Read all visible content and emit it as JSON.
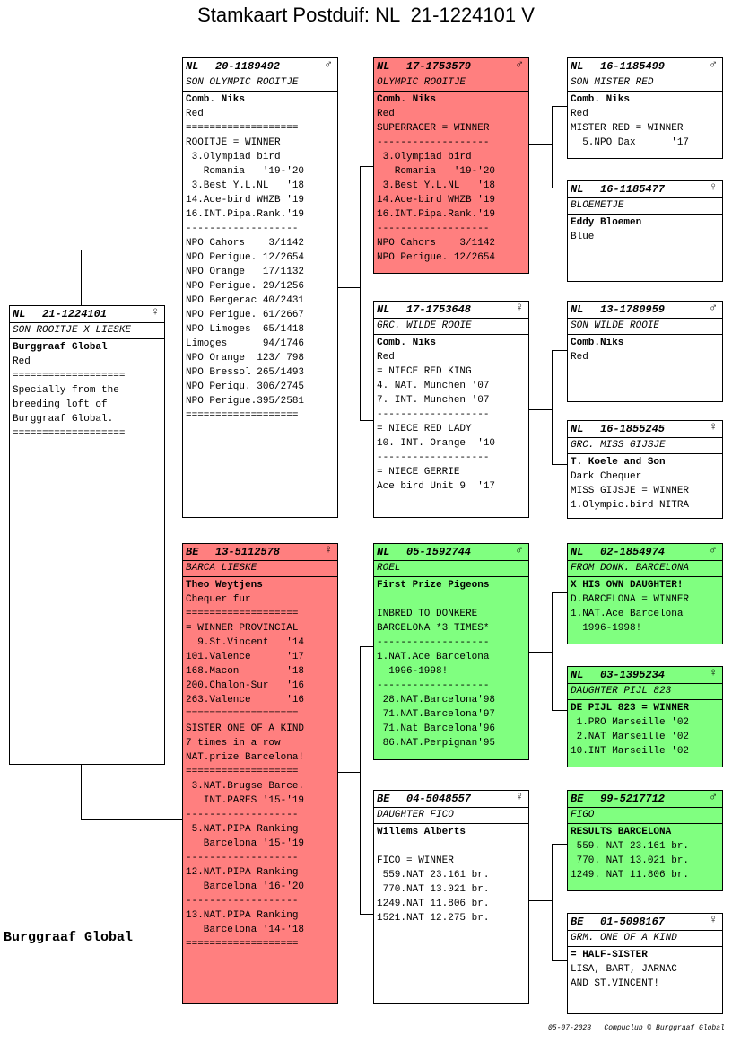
{
  "title": "Stamkaart Postduif: NL  21-1224101 V",
  "brand": "Burggraaf Global",
  "footer": "05-07-2023   Compuclub © Burggraaf Global",
  "cards": [
    {
      "key": "subject",
      "color": "white",
      "country": "NL",
      "ring": "21-1224101",
      "sex": "♀",
      "name": "SON ROOITJE X LIESKE",
      "lines": [
        {
          "t": "Burggraaf Global",
          "b": true
        },
        {
          "t": "Red"
        },
        {
          "t": "==================="
        },
        {
          "t": "Specially from the"
        },
        {
          "t": "breeding loft of"
        },
        {
          "t": "Burggraaf Global."
        },
        {
          "t": "==================="
        }
      ]
    },
    {
      "key": "father",
      "color": "white",
      "country": "NL",
      "ring": "20-1189492",
      "sex": "♂",
      "name": "SON OLYMPIC ROOITJE",
      "lines": [
        {
          "t": "Comb. Niks",
          "b": true
        },
        {
          "t": "Red"
        },
        {
          "t": "==================="
        },
        {
          "t": "ROOITJE = WINNER"
        },
        {
          "t": " 3.Olympiad bird"
        },
        {
          "t": "   Romania   '19-'20"
        },
        {
          "t": " 3.Best Y.L.NL   '18"
        },
        {
          "t": "14.Ace-bird WHZB '19"
        },
        {
          "t": "16.INT.Pipa.Rank.'19"
        },
        {
          "t": "-------------------"
        },
        {
          "t": "NPO Cahors    3/1142"
        },
        {
          "t": "NPO Perigue. 12/2654"
        },
        {
          "t": "NPO Orange   17/1132"
        },
        {
          "t": "NPO Perigue. 29/1256"
        },
        {
          "t": "NPO Bergerac 40/2431"
        },
        {
          "t": "NPO Perigue. 61/2667"
        },
        {
          "t": "NPO Limoges  65/1418"
        },
        {
          "t": "Limoges      94/1746"
        },
        {
          "t": "NPO Orange  123/ 798"
        },
        {
          "t": "NPO Bressol 265/1493"
        },
        {
          "t": "NPO Periqu. 306/2745"
        },
        {
          "t": "NPO Perigue.395/2581"
        },
        {
          "t": "==================="
        }
      ]
    },
    {
      "key": "mother",
      "color": "red",
      "country": "BE",
      "ring": "13-5112578",
      "sex": "♀",
      "name": "BARCA LIESKE",
      "lines": [
        {
          "t": "Theo Weytjens",
          "b": true
        },
        {
          "t": "Chequer fur"
        },
        {
          "t": "==================="
        },
        {
          "t": "= WINNER PROVINCIAL"
        },
        {
          "t": "  9.St.Vincent   '14"
        },
        {
          "t": "101.Valence      '17"
        },
        {
          "t": "168.Macon        '18"
        },
        {
          "t": "200.Chalon-Sur   '16"
        },
        {
          "t": "263.Valence      '16"
        },
        {
          "t": "==================="
        },
        {
          "t": "SISTER ONE OF A KIND"
        },
        {
          "t": "7 times in a row"
        },
        {
          "t": "NAT.prize Barcelona!"
        },
        {
          "t": "==================="
        },
        {
          "t": " 3.NAT.Brugse Barce."
        },
        {
          "t": "   INT.PARES '15-'19"
        },
        {
          "t": "-------------------"
        },
        {
          "t": " 5.NAT.PIPA Ranking"
        },
        {
          "t": "   Barcelona '15-'19"
        },
        {
          "t": "-------------------"
        },
        {
          "t": "12.NAT.PIPA Ranking"
        },
        {
          "t": "   Barcelona '16-'20"
        },
        {
          "t": "-------------------"
        },
        {
          "t": "13.NAT.PIPA Ranking"
        },
        {
          "t": "   Barcelona '14-'18"
        },
        {
          "t": "==================="
        }
      ]
    },
    {
      "key": "ff",
      "color": "red",
      "country": "NL",
      "ring": "17-1753579",
      "sex": "♂",
      "name": "OLYMPIC ROOITJE",
      "lines": [
        {
          "t": "Comb. Niks",
          "b": true
        },
        {
          "t": "Red"
        },
        {
          "t": "SUPERRACER = WINNER"
        },
        {
          "t": "-------------------"
        },
        {
          "t": " 3.Olympiad bird"
        },
        {
          "t": "   Romania   '19-'20"
        },
        {
          "t": " 3.Best Y.L.NL   '18"
        },
        {
          "t": "14.Ace-bird WHZB '19"
        },
        {
          "t": "16.INT.Pipa.Rank.'19"
        },
        {
          "t": "-------------------"
        },
        {
          "t": "NPO Cahors    3/1142"
        },
        {
          "t": "NPO Perigue. 12/2654"
        }
      ]
    },
    {
      "key": "fm",
      "color": "white",
      "country": "NL",
      "ring": "17-1753648",
      "sex": "♀",
      "name": "GRC. WILDE ROOIE",
      "lines": [
        {
          "t": "Comb. Niks",
          "b": true
        },
        {
          "t": "Red"
        },
        {
          "t": "= NIECE RED KING"
        },
        {
          "t": "4. NAT. Munchen '07"
        },
        {
          "t": "7. INT. Munchen '07"
        },
        {
          "t": "-------------------"
        },
        {
          "t": "= NIECE RED LADY"
        },
        {
          "t": "10. INT. Orange  '10"
        },
        {
          "t": "-------------------"
        },
        {
          "t": "= NIECE GERRIE"
        },
        {
          "t": "Ace bird Unit 9  '17"
        }
      ]
    },
    {
      "key": "mf",
      "color": "green",
      "country": "NL",
      "ring": "05-1592744",
      "sex": "♂",
      "name": "ROEL",
      "lines": [
        {
          "t": "First Prize Pigeons",
          "b": true
        },
        {
          "t": ""
        },
        {
          "t": "INBRED TO DONKERE"
        },
        {
          "t": "BARCELONA *3 TIMES*"
        },
        {
          "t": "-------------------"
        },
        {
          "t": "1.NAT.Ace Barcelona"
        },
        {
          "t": "  1996-1998!"
        },
        {
          "t": "-------------------"
        },
        {
          "t": " 28.NAT.Barcelona'98"
        },
        {
          "t": " 71.NAT.Barcelona'97"
        },
        {
          "t": " 71.Nat Barcelona'96"
        },
        {
          "t": " 86.NAT.Perpignan'95"
        }
      ]
    },
    {
      "key": "mm",
      "color": "white",
      "country": "BE",
      "ring": "04-5048557",
      "sex": "♀",
      "name": "DAUGHTER FICO",
      "lines": [
        {
          "t": "Willems Alberts",
          "b": true
        },
        {
          "t": ""
        },
        {
          "t": "FICO = WINNER"
        },
        {
          "t": " 559.NAT 23.161 br."
        },
        {
          "t": " 770.NAT 13.021 br."
        },
        {
          "t": "1249.NAT 11.806 br."
        },
        {
          "t": "1521.NAT 12.275 br."
        }
      ]
    },
    {
      "key": "fff",
      "color": "white",
      "country": "NL",
      "ring": "16-1185499",
      "sex": "♂",
      "name": "SON MISTER RED",
      "lines": [
        {
          "t": "Comb. Niks",
          "b": true
        },
        {
          "t": "Red"
        },
        {
          "t": "MISTER RED = WINNER"
        },
        {
          "t": "  5.NPO Dax      '17"
        }
      ]
    },
    {
      "key": "ffm",
      "color": "white",
      "country": "NL",
      "ring": "16-1185477",
      "sex": "♀",
      "name": "BLOEMETJE",
      "lines": [
        {
          "t": "Eddy Bloemen",
          "b": true
        },
        {
          "t": "Blue"
        }
      ]
    },
    {
      "key": "fmf",
      "color": "white",
      "country": "NL",
      "ring": "13-1780959",
      "sex": "♂",
      "name": "SON WILDE ROOIE",
      "lines": [
        {
          "t": "Comb.Niks",
          "b": true
        },
        {
          "t": "Red"
        }
      ]
    },
    {
      "key": "fmm",
      "color": "white",
      "country": "NL",
      "ring": "16-1855245",
      "sex": "♀",
      "name": "GRC. MISS GIJSJE",
      "lines": [
        {
          "t": "T. Koele and Son",
          "b": true
        },
        {
          "t": "Dark Chequer"
        },
        {
          "t": "MISS GIJSJE = WINNER"
        },
        {
          "t": "1.Olympic.bird NITRA"
        }
      ]
    },
    {
      "key": "mff",
      "color": "green",
      "country": "NL",
      "ring": "02-1854974",
      "sex": "♂",
      "name": "FROM DONK. BARCELONA",
      "lines": [
        {
          "t": "X HIS OWN DAUGHTER!",
          "b": true
        },
        {
          "t": "D.BARCELONA = WINNER"
        },
        {
          "t": "1.NAT.Ace Barcelona"
        },
        {
          "t": "  1996-1998!"
        }
      ]
    },
    {
      "key": "mfm",
      "color": "green",
      "country": "NL",
      "ring": "03-1395234",
      "sex": "♀",
      "name": "DAUGHTER PIJL 823",
      "lines": [
        {
          "t": "DE PIJL 823 = WINNER",
          "b": true
        },
        {
          "t": " 1.PRO Marseille '02"
        },
        {
          "t": " 2.NAT Marseille '02"
        },
        {
          "t": "10.INT Marseille '02"
        }
      ]
    },
    {
      "key": "mmf",
      "color": "green",
      "country": "BE",
      "ring": "99-5217712",
      "sex": "♂",
      "name": "FIGO",
      "lines": [
        {
          "t": "RESULTS BARCELONA",
          "b": true
        },
        {
          "t": " 559. NAT 23.161 br."
        },
        {
          "t": " 770. NAT 13.021 br."
        },
        {
          "t": "1249. NAT 11.806 br."
        }
      ]
    },
    {
      "key": "mmm",
      "color": "white",
      "country": "BE",
      "ring": "01-5098167",
      "sex": "♀",
      "name": "GRM. ONE OF A KIND",
      "lines": [
        {
          "t": "= HALF-SISTER",
          "b": true
        },
        {
          "t": "LISA, BART, JARNAC"
        },
        {
          "t": "AND ST.VINCENT!"
        }
      ]
    }
  ]
}
